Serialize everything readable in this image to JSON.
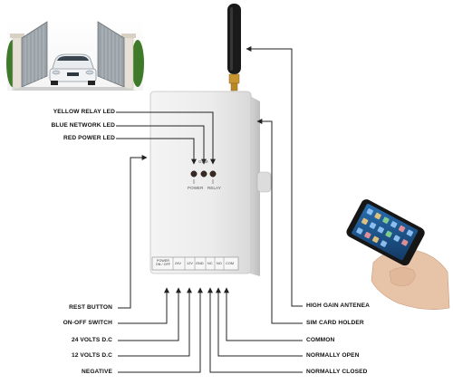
{
  "diagram": {
    "left_labels": [
      "YELLOW RELAY LED",
      "BLUE NETWORK LED",
      "RED POWER LED"
    ],
    "bottom_left_labels": [
      "REST BUTTON",
      "ON-OFF SWITCH",
      "24 VOLTS D.C",
      "12 VOLTS D.C",
      "NEGATIVE"
    ],
    "right_labels": [
      "HIGH GAIN ANTENEA",
      "SIM CARD HOLDER",
      "COMMON",
      "NORMALLY OPEN",
      "NORMALLY CLOSED"
    ],
    "device": {
      "led_gsm": "GSM",
      "led_power": "POWER",
      "led_relay": "RELAY",
      "terminals": [
        "POWER ON / OFF",
        "24V",
        "12V",
        "GND",
        "NC",
        "NO",
        "COM"
      ]
    },
    "colors": {
      "line": "#222222",
      "arrow_accent": "#3a3580",
      "device_body": "#eeeeee",
      "antenna": "#1a1a1a",
      "antenna_gold": "#c89530"
    }
  }
}
